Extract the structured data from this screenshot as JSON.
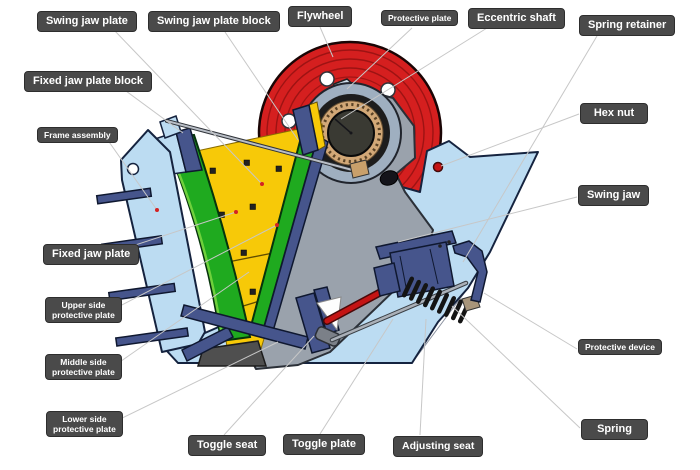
{
  "diagram": {
    "labels": {
      "swing_jaw_plate": "Swing jaw plate",
      "swing_jaw_plate_block": "Swing jaw plate block",
      "flywheel": "Flywheel",
      "protective_plate": "Protective plate",
      "eccentric_shaft": "Eccentric shaft",
      "spring_retainer": "Spring retainer",
      "fixed_jaw_plate_block": "Fixed jaw plate block",
      "hex_nut": "Hex nut",
      "frame_assembly": "Frame assembly",
      "swing_jaw": "Swing jaw",
      "fixed_jaw_plate": "Fixed jaw plate",
      "upper_side_protective_plate": "Upper side\nprotective plate",
      "middle_side_protective_plate": "Middle side\nprotective plate",
      "protective_device": "Protective device",
      "lower_side_protective_plate": "Lower side\nprotective plate",
      "spring": "Spring",
      "toggle_seat": "Toggle seat",
      "toggle_plate": "Toggle plate",
      "adjusting_seat": "Adjusting seat"
    },
    "colors": {
      "label_bg": "#4a4a4a",
      "leader_line": "#c7c7c7",
      "leader_dot": "#d42222",
      "flywheel_red": "#d51f1f",
      "flywheel_ring": "#8e1010",
      "frame_blue": "#bcdcf2",
      "frame_outline": "#15233f",
      "jaw_plate_green": "#1faa1f",
      "liner_yellow": "#f7c908",
      "swing_jaw_gray": "#9aa2ac",
      "block_navy": "#46558c",
      "bearing_tan": "#d2a877",
      "rod_red": "#c41414",
      "spring_black": "#141414",
      "base_gray": "#4f4f4f"
    }
  }
}
